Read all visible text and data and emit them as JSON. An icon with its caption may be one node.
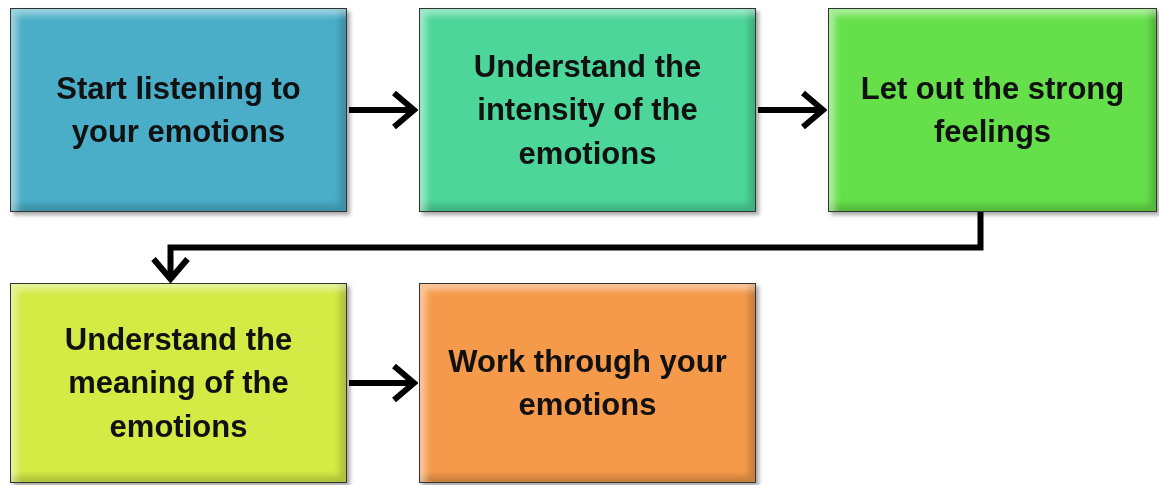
{
  "diagram": {
    "nodes": [
      {
        "text": [
          "Start listening to your emotions"
        ]
      },
      {
        "text": [
          "Understand the intensity of the emotions"
        ]
      },
      {
        "text": [
          "Let out the strong feelings"
        ]
      },
      {
        "text": [
          "Understand the meaning of the emotions"
        ]
      },
      {
        "text": [
          "Work through your emotions"
        ]
      }
    ],
    "edges": [
      {
        "from": 0,
        "to": 1,
        "arrow": "to"
      },
      {
        "from": 1,
        "to": 2,
        "arrow": "to"
      },
      {
        "from": 2,
        "to": 3,
        "arrow": "to"
      },
      {
        "from": 3,
        "to": 4,
        "arrow": "to"
      }
    ]
  }
}
